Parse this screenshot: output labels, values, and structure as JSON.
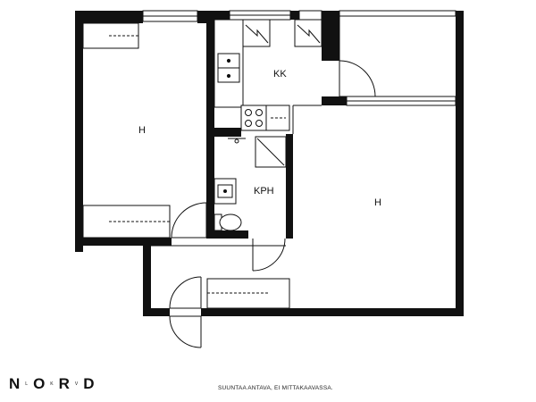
{
  "rooms": {
    "bedroom": "H",
    "kitchen": "KK",
    "bathroom": "KPH",
    "living_room": "H"
  },
  "logo": [
    "N",
    "L",
    "O",
    "K",
    "R",
    "V",
    "D"
  ],
  "disclaimer": "SUUNTAA ANTAVA, EI MITTAKAAVASSA."
}
